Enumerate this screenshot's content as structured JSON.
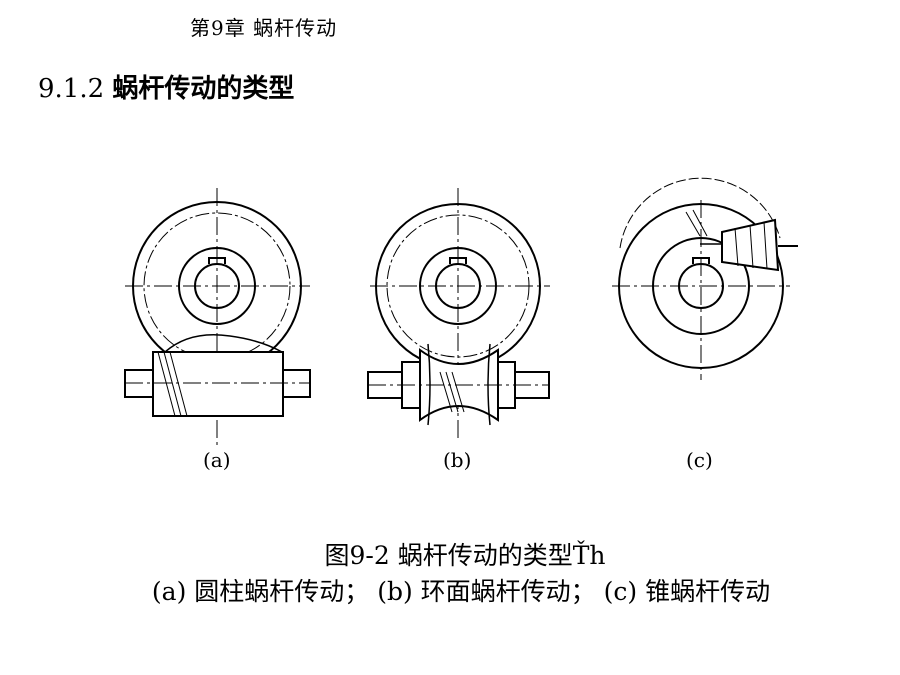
{
  "header": {
    "chapter": "第9章  蜗杆传动"
  },
  "section": {
    "number": "9.1.2",
    "title": "蜗杆传动的类型"
  },
  "figure": {
    "labels": {
      "a": "(a)",
      "b": "(b)",
      "c": "(c)"
    },
    "caption_line1": "图9-2 蜗杆传动的类型Ťh",
    "caption_line2": "(a) 圆柱蜗杆传动；  (b) 环面蜗杆传动；  (c) 锥蜗杆传动"
  }
}
